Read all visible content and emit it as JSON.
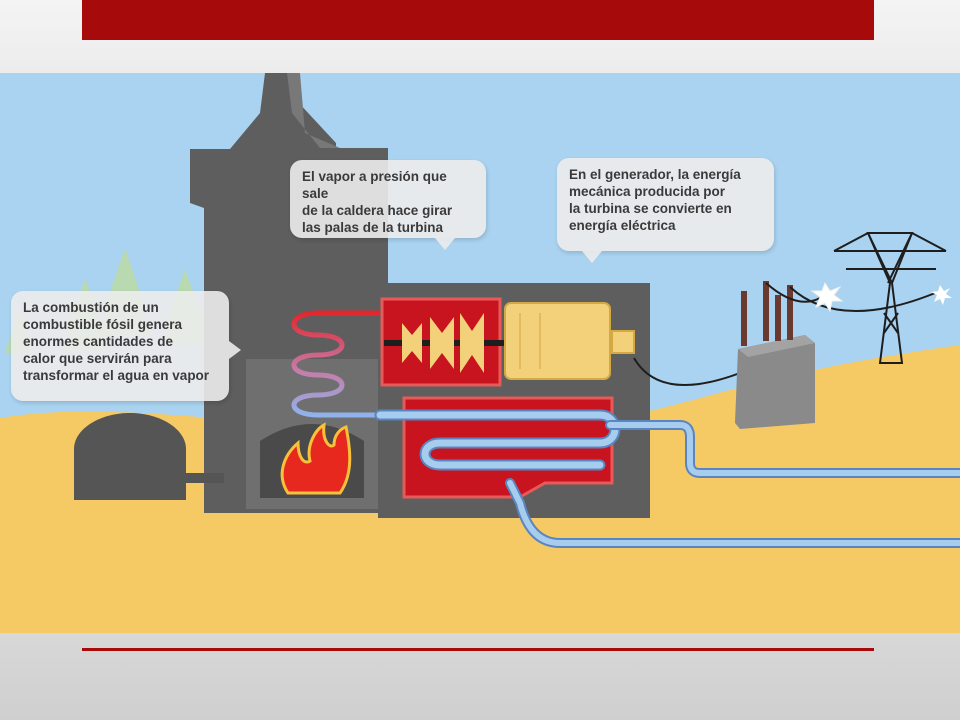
{
  "slide": {
    "accent_color": "#a60a0a"
  },
  "diagram": {
    "colors": {
      "sky": "#a9d3f0",
      "ground": "#f5c964",
      "building": "#5e5e5e",
      "turbine_housing": "#c8141e",
      "generator": "#f3d07a",
      "fire": "#e6281e",
      "pipe": "#a6cdee",
      "tree": "#b9d9b1"
    },
    "callouts": {
      "steam": {
        "lines": [
          "El vapor a presión que sale",
          "de la caldera hace girar",
          "las palas de la turbina"
        ]
      },
      "generator": {
        "lines": [
          "En el generador, la energía",
          "mecánica producida por",
          "la turbina se convierte en",
          "energía eléctrica"
        ]
      },
      "combustion": {
        "lines": [
          "La combustión de un",
          "combustible fósil genera",
          "enormes cantidades de",
          "calor que servirán para",
          "transformar el agua en vapor"
        ]
      }
    }
  }
}
